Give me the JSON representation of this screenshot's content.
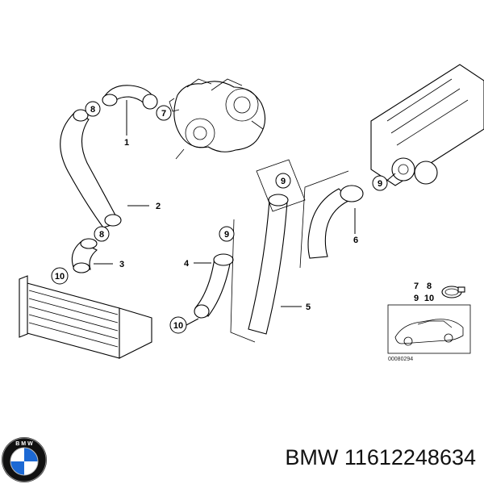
{
  "callouts": {
    "c1": "1",
    "c2": "2",
    "c3": "3",
    "c4": "4",
    "c5": "5",
    "c6": "6",
    "c7_top": "7",
    "c8_top": "8",
    "c8_mid": "8",
    "c9_left": "9",
    "c9_center": "9",
    "c9_right": "9",
    "c10_left": "10",
    "c10_center": "10"
  },
  "inset": {
    "row1_a": "7",
    "row1_b": "8",
    "row2_a": "9",
    "row2_b": "10",
    "ref_code": "00080294"
  },
  "footer": {
    "brand": "BMW",
    "part_number": "11612248634",
    "logo_icon": "bmw-roundel-logo"
  },
  "colors": {
    "line": "#000000",
    "logo_blue": "#1c69d4",
    "logo_ring": "#111111"
  }
}
